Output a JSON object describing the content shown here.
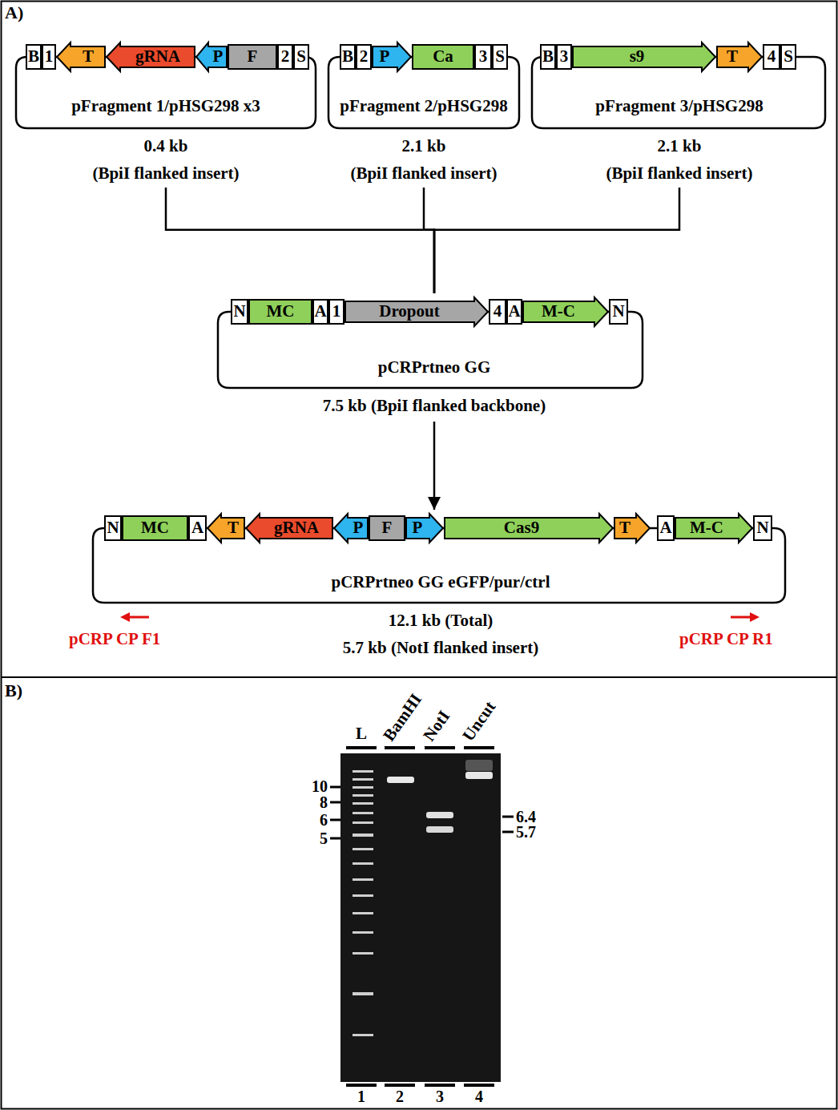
{
  "diagram": {
    "nodes": [
      {
        "text": [
          "pFragment 1/pHSG298 x3",
          "0.4 kb",
          "(BpiI flanked insert)"
        ]
      },
      {
        "text": [
          "B"
        ],
        "in": 0
      },
      {
        "text": [
          "1"
        ],
        "in": 0
      },
      {
        "text": [
          "T"
        ],
        "in": 0
      },
      {
        "text": [
          "gRNA"
        ],
        "in": 0
      },
      {
        "text": [
          "P"
        ],
        "in": 0
      },
      {
        "text": [
          "F"
        ],
        "in": 0
      },
      {
        "text": [
          "2"
        ],
        "in": 0
      },
      {
        "text": [
          "S"
        ],
        "in": 0
      },
      {
        "text": [
          "pFragment 2/pHSG298",
          "2.1 kb",
          "(BpiI flanked insert)"
        ]
      },
      {
        "text": [
          "B"
        ],
        "in": 9
      },
      {
        "text": [
          "2"
        ],
        "in": 9
      },
      {
        "text": [
          "P"
        ],
        "in": 9
      },
      {
        "text": [
          "Ca"
        ],
        "in": 9
      },
      {
        "text": [
          "3"
        ],
        "in": 9
      },
      {
        "text": [
          "S"
        ],
        "in": 9
      },
      {
        "text": [
          "pFragment 3/pHSG298",
          "2.1 kb",
          "(BpiI flanked insert)"
        ]
      },
      {
        "text": [
          "B"
        ],
        "in": 16
      },
      {
        "text": [
          "3"
        ],
        "in": 16
      },
      {
        "text": [
          "s9"
        ],
        "in": 16
      },
      {
        "text": [
          "T"
        ],
        "in": 16
      },
      {
        "text": [
          "4"
        ],
        "in": 16
      },
      {
        "text": [
          "S"
        ],
        "in": 16
      },
      {
        "text": [
          "pCRPrtneo GG",
          "7.5 kb (BpiI flanked backbone)"
        ]
      },
      {
        "text": [
          "N"
        ],
        "in": 23
      },
      {
        "text": [
          "MC"
        ],
        "in": 23
      },
      {
        "text": [
          "A"
        ],
        "in": 23
      },
      {
        "text": [
          "1"
        ],
        "in": 23
      },
      {
        "text": [
          "Dropout"
        ],
        "in": 23
      },
      {
        "text": [
          "4"
        ],
        "in": 23
      },
      {
        "text": [
          "A"
        ],
        "in": 23
      },
      {
        "text": [
          "M-C"
        ],
        "in": 23
      },
      {
        "text": [
          "N"
        ],
        "in": 23
      },
      {
        "text": [
          "pCRPrtneo GG eGFP/pur/ctrl",
          "12.1 kb (Total)",
          "5.7 kb (NotI flanked insert)"
        ]
      },
      {
        "text": [
          "N"
        ],
        "in": 33
      },
      {
        "text": [
          "MC"
        ],
        "in": 33
      },
      {
        "text": [
          "A"
        ],
        "in": 33
      },
      {
        "text": [
          "T"
        ],
        "in": 33
      },
      {
        "text": [
          "gRNA"
        ],
        "in": 33
      },
      {
        "text": [
          "P"
        ],
        "in": 33
      },
      {
        "text": [
          "F"
        ],
        "in": 33
      },
      {
        "text": [
          "P"
        ],
        "in": 33
      },
      {
        "text": [
          "Cas9"
        ],
        "in": 33
      },
      {
        "text": [
          "T"
        ],
        "in": 33
      },
      {
        "text": [
          "A"
        ],
        "in": 33
      },
      {
        "text": [
          "M-C"
        ],
        "in": 33
      },
      {
        "text": [
          "N"
        ],
        "in": 33
      }
    ],
    "edges": [
      {
        "from": 0,
        "to": 23,
        "arrow": "none"
      },
      {
        "from": 9,
        "to": 23,
        "arrow": "none"
      },
      {
        "from": 16,
        "to": 23,
        "arrow": "none"
      },
      {
        "from": 23,
        "to": 33,
        "arrow": "to"
      }
    ],
    "labels": [
      "A)",
      "pCRP CP F1",
      "pCRP CP R1",
      "B)",
      "L",
      "BamHI",
      "NotI",
      "Uncut",
      "10",
      "8",
      "6",
      "5",
      "6.4",
      "5.7",
      "1",
      "2",
      "3",
      "4"
    ]
  }
}
